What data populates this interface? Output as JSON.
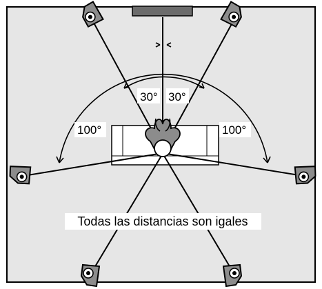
{
  "diagram": {
    "angles": {
      "left_30": "30°",
      "right_30": "30°",
      "left_100": "100°",
      "right_100": "100°"
    },
    "caption": "Todas las distancias son igales",
    "colors": {
      "room_fill": "#e6e6e6",
      "outline": "#000000",
      "speaker_fill": "#6b6b6b",
      "listener_fill": "#ffffff",
      "speaker_grey": "#8c8c8c",
      "label_bg": "#ffffff"
    },
    "icons": {
      "center_speaker": "center-speaker-icon",
      "surround_speaker": "surround-speaker-icon",
      "listener": "listener-head-icon",
      "sofa": "sofa-icon"
    }
  }
}
